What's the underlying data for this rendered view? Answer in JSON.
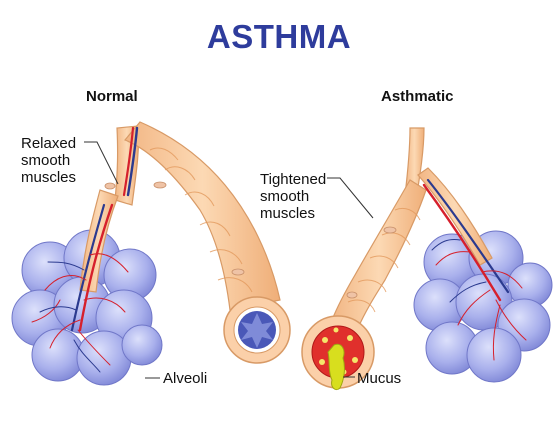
{
  "title": "ASTHMA",
  "colors": {
    "title": "#2E3C9C",
    "airway": "#F6C496",
    "airway_stroke": "#D89A66",
    "alveoli": "#A7AEEA",
    "alveoli_stroke": "#7077C8",
    "artery": "#D6202C",
    "vein": "#2B3A8F",
    "mucus": "#D8DE1E",
    "inflamed_lumen": "#E0302C"
  },
  "panels": {
    "normal": {
      "label": "Normal",
      "smooth_muscle_label": "Relaxed\nsmooth\nmuscles",
      "alveoli_label": "Alveoli"
    },
    "asthmatic": {
      "label": "Asthmatic",
      "smooth_muscle_label": "Tightened\nsmooth\nmuscles",
      "mucus_label": "Mucus"
    }
  }
}
